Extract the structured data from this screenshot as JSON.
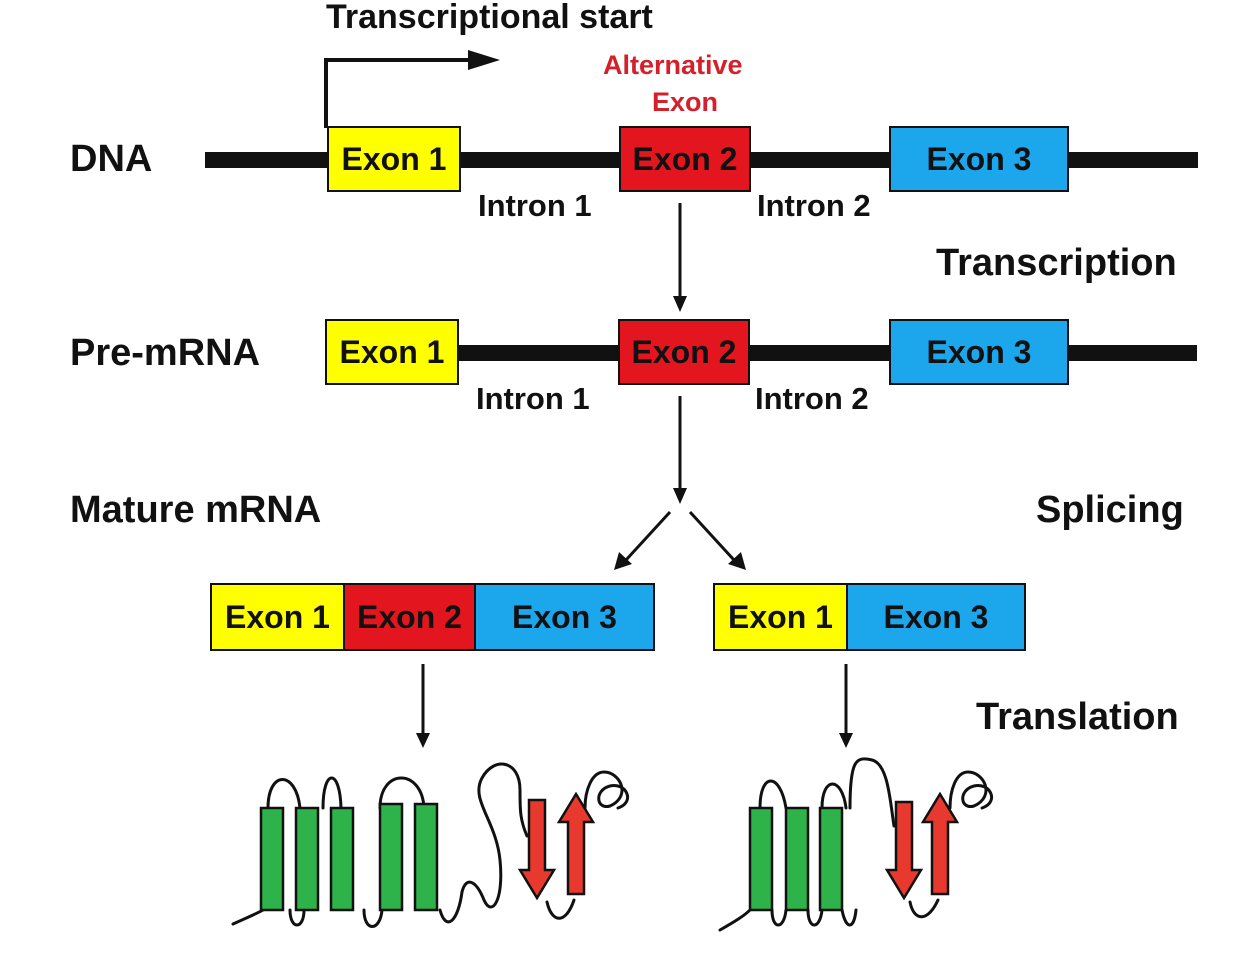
{
  "transcriptional_start": "Transcriptional start",
  "alternative_exon": [
    "Alternative",
    "Exon"
  ],
  "rows": {
    "dna": "DNA",
    "pre_mrna": "Pre-mRNA",
    "mature_mrna": "Mature mRNA"
  },
  "steps": {
    "transcription": "Transcription",
    "splicing": "Splicing",
    "translation": "Translation"
  },
  "exons": {
    "exon1": "Exon 1",
    "exon2": "Exon 2",
    "exon3": "Exon 3"
  },
  "introns": {
    "intron1": "Intron 1",
    "intron2": "Intron 2"
  },
  "colors": {
    "exon1": "#ffff00",
    "exon2": "#e3161f",
    "exon3": "#1ca6ec",
    "helix": "#2db34a",
    "strand": "#e8392f",
    "alt_label": "#d3202a",
    "line": "#111111"
  },
  "isoforms": [
    {
      "name": "with-exon-2",
      "exons": [
        "Exon 1",
        "Exon 2",
        "Exon 3"
      ],
      "helices": 5,
      "strands": 2
    },
    {
      "name": "skipping-exon-2",
      "exons": [
        "Exon 1",
        "Exon 3"
      ],
      "helices": 3,
      "strands": 2
    }
  ]
}
